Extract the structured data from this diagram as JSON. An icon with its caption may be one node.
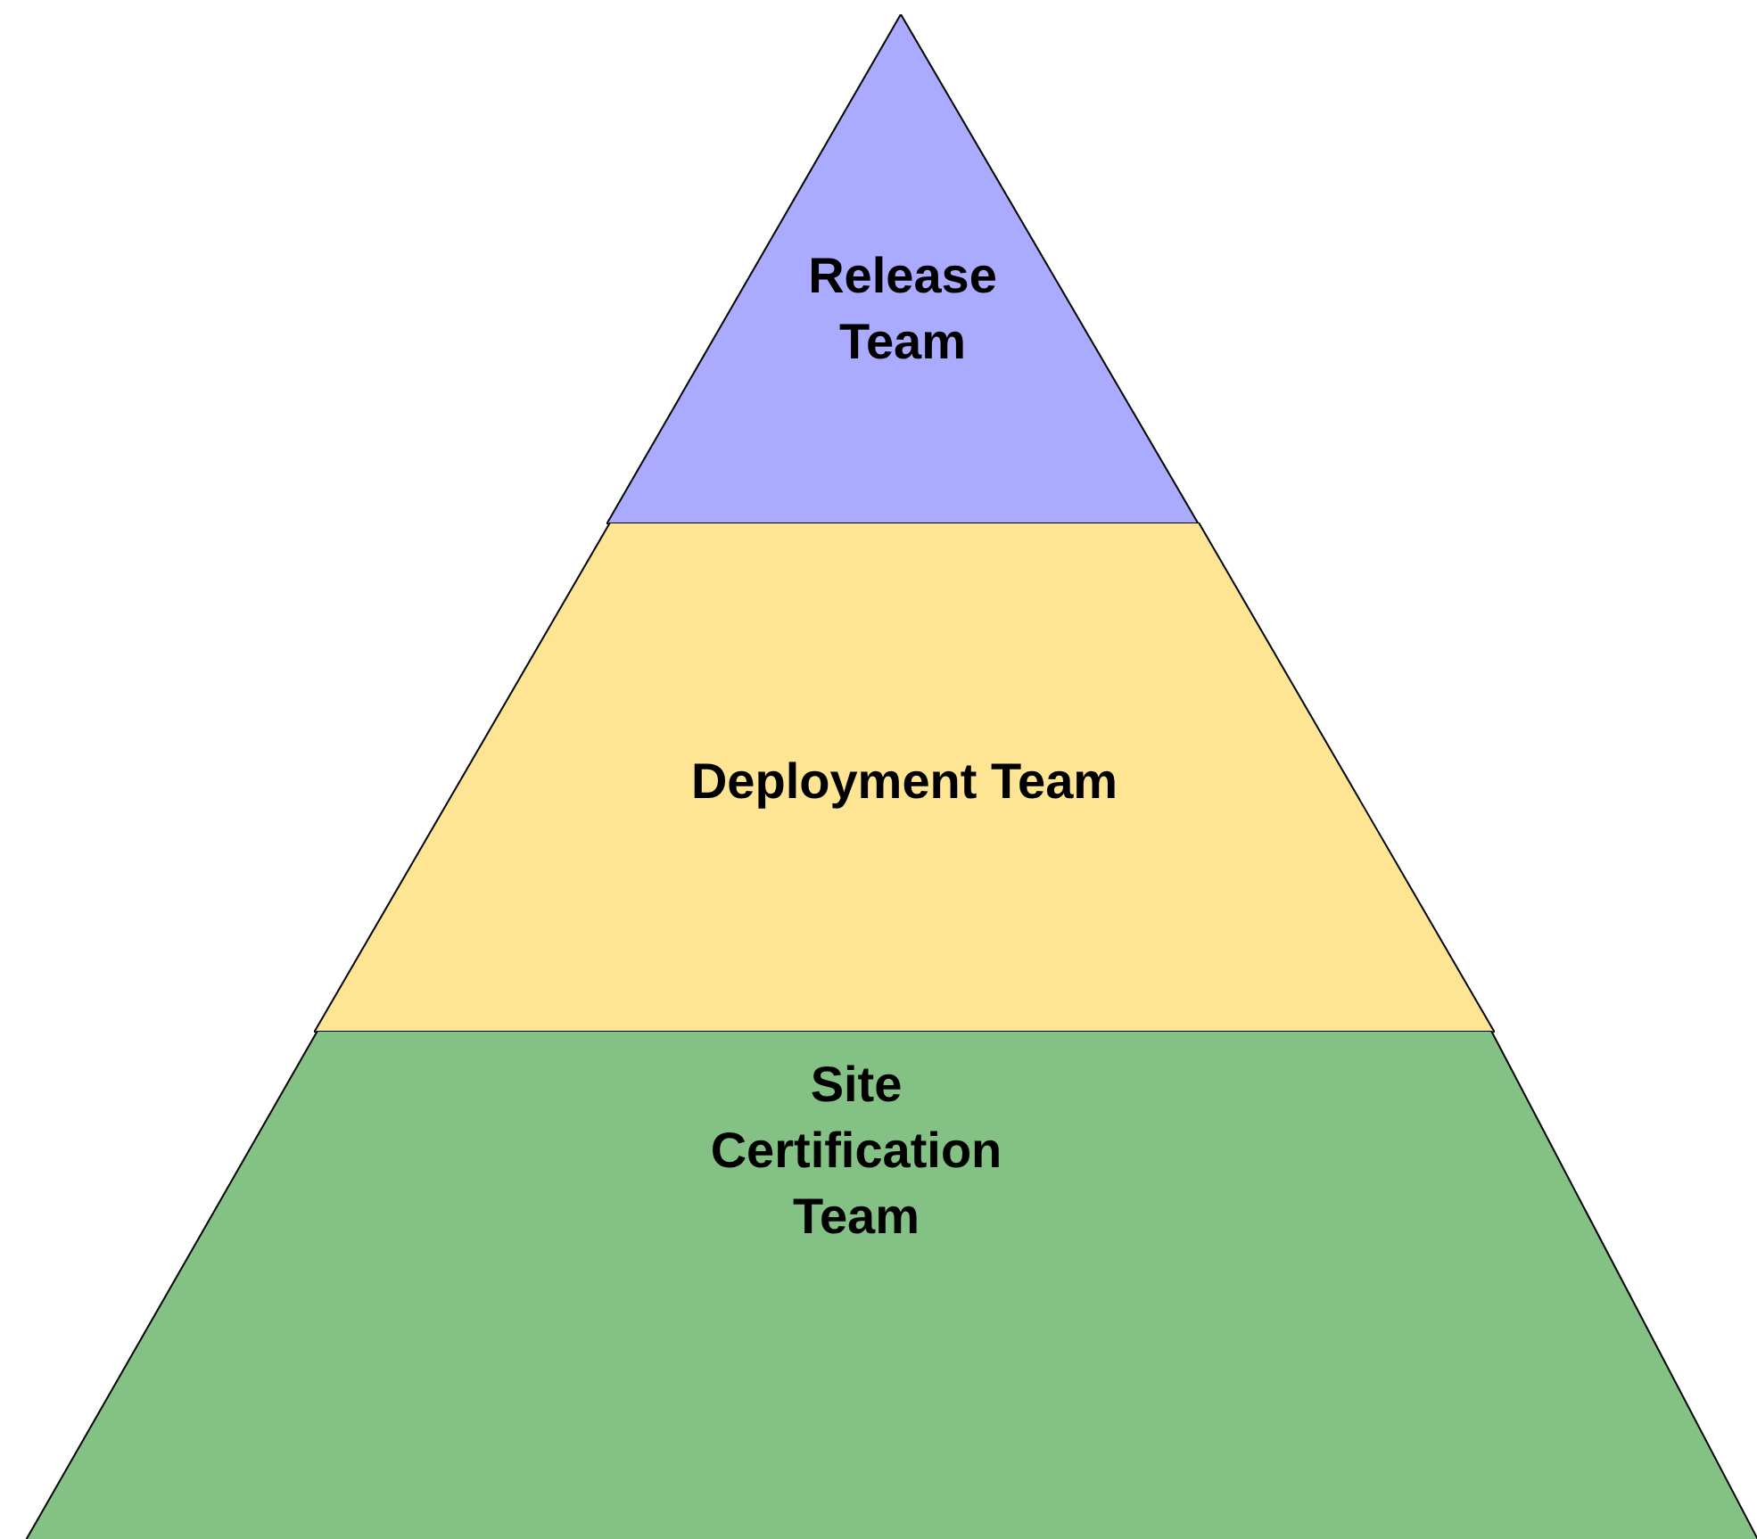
{
  "diagram": {
    "nodes": [
      {
        "text": [
          "Release Team"
        ]
      },
      {
        "text": [
          "Deployment Team"
        ]
      },
      {
        "text": [
          "Site Certification Team"
        ]
      }
    ]
  }
}
